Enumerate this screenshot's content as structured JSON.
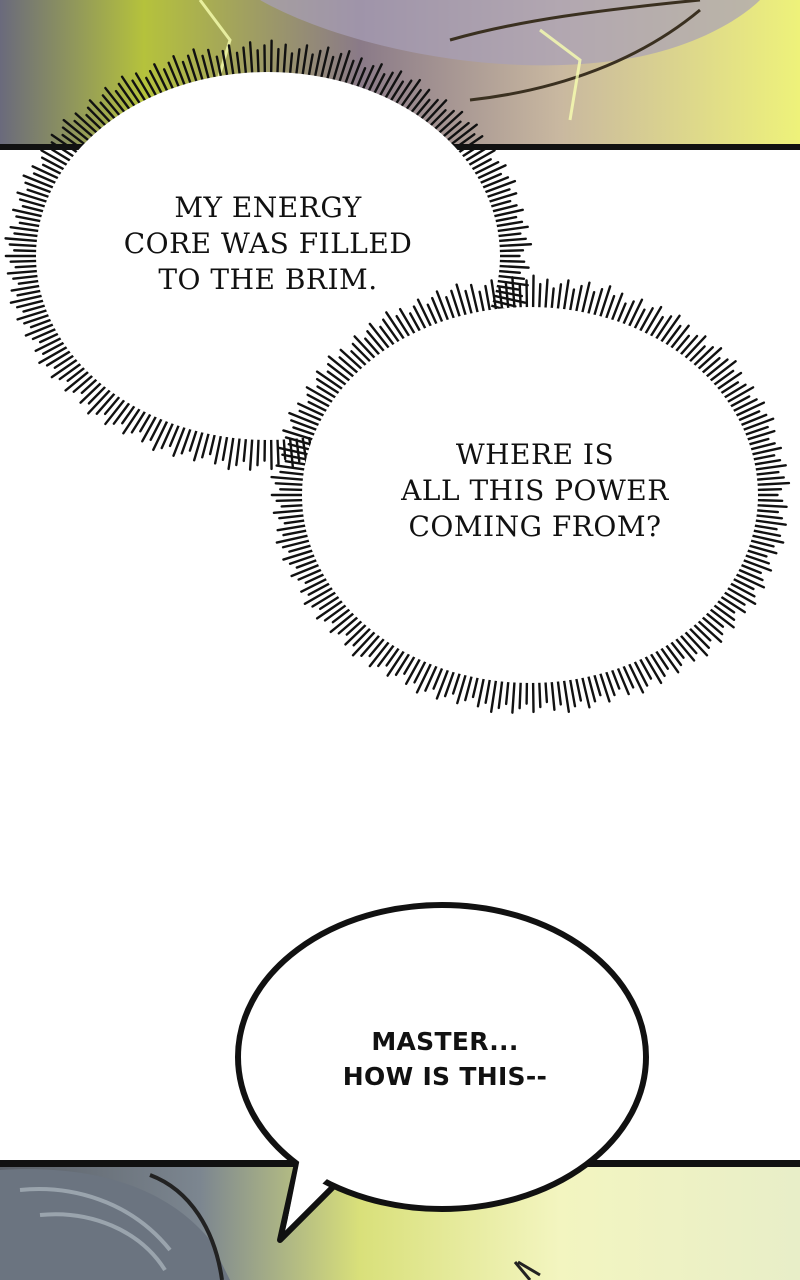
{
  "panels": {
    "top_panel": {
      "description_color": "#d8e85a"
    },
    "bottom_panel": {
      "description_color": "#c9d24a"
    }
  },
  "bubbles": {
    "thought_1": {
      "lines": [
        "MY ENERGY",
        "CORE WAS FILLED",
        "TO THE BRIM."
      ]
    },
    "thought_2": {
      "lines": [
        "WHERE IS",
        "ALL THIS POWER",
        "COMING FROM?"
      ]
    },
    "speech_1": {
      "lines": [
        "MASTER...",
        "HOW IS THIS--"
      ]
    }
  },
  "colors": {
    "ink": "#111111",
    "paper": "#ffffff",
    "glow": "#e8f55a"
  }
}
